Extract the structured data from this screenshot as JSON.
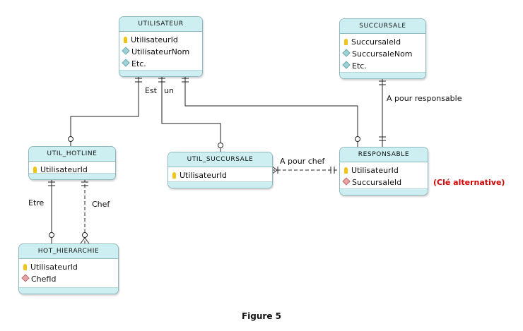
{
  "entities": {
    "utilisateur": {
      "title": "UTILISATEUR",
      "attrs": [
        {
          "name": "UtilisateurId",
          "icon": "primary-key-icon"
        },
        {
          "name": "UtilisateurNom",
          "icon": "attribute-icon"
        },
        {
          "name": "Etc.",
          "icon": "attribute-icon"
        }
      ]
    },
    "succursale": {
      "title": "SUCCURSALE",
      "attrs": [
        {
          "name": "SuccursaleId",
          "icon": "primary-key-icon"
        },
        {
          "name": "SuccursaleNom",
          "icon": "attribute-icon"
        },
        {
          "name": "Etc.",
          "icon": "attribute-icon"
        }
      ]
    },
    "util_hotline": {
      "title": "UTIL_HOTLINE",
      "attrs": [
        {
          "name": "UtilisateurId",
          "icon": "primary-key-icon"
        }
      ]
    },
    "util_succursale": {
      "title": "UTIL_SUCCURSALE",
      "attrs": [
        {
          "name": "UtilisateurId",
          "icon": "primary-key-icon"
        }
      ]
    },
    "responsable": {
      "title": "RESPONSABLE",
      "attrs": [
        {
          "name": "UtilisateurId",
          "icon": "primary-key-icon"
        },
        {
          "name": "SuccursaleId",
          "icon": "foreign-key-icon"
        }
      ]
    },
    "hot_hierarchie": {
      "title": "HOT_HIERARCHIE",
      "attrs": [
        {
          "name": "UtilisateurId",
          "icon": "primary-key-icon"
        },
        {
          "name": "ChefId",
          "icon": "foreign-key-icon"
        }
      ]
    }
  },
  "relationships": {
    "est": "Est",
    "un": "un",
    "a_pour_responsable": "A pour responsable",
    "a_pour_chef": "A pour chef",
    "etre": "Etre",
    "chef": "Chef"
  },
  "alternative_key_note": "(Clé alternative)",
  "caption": "Figure 5",
  "colors": {
    "header": "#cdeff2",
    "border": "#8fb9c0",
    "note": "#d40000"
  }
}
